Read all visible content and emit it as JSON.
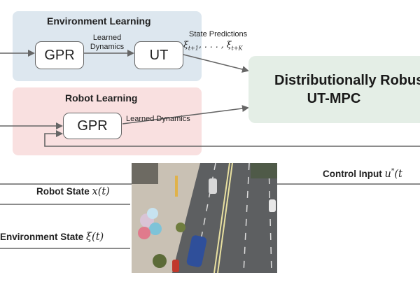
{
  "env_panel": {
    "title": "Environment Learning",
    "gpr_label": "GPR",
    "ut_label": "UT",
    "edge_label_line1": "Learned",
    "edge_label_line2": "Dynamics"
  },
  "state_predictions": {
    "label": "State Predictions",
    "math": "ξt+1, . . . , ξt+K"
  },
  "robot_panel": {
    "title": "Robot Learning",
    "gpr_label": "GPR",
    "edge_label": "Learned Dynamics"
  },
  "controller": {
    "line1": "Distributionally Robust",
    "line2": "UT-MPC"
  },
  "signals": {
    "control_input": {
      "text": "Control Input",
      "math": "u*(t"
    },
    "robot_state": {
      "text": "Robot State",
      "math": "x(t)"
    },
    "environment_state": {
      "text": "Environment State",
      "math": "ξ(t)"
    }
  },
  "colors": {
    "env_panel_bg": "#dde7ef",
    "robot_panel_bg": "#f9e0e0",
    "mpc_bg": "#e4eee6",
    "arrow": "#666666"
  }
}
